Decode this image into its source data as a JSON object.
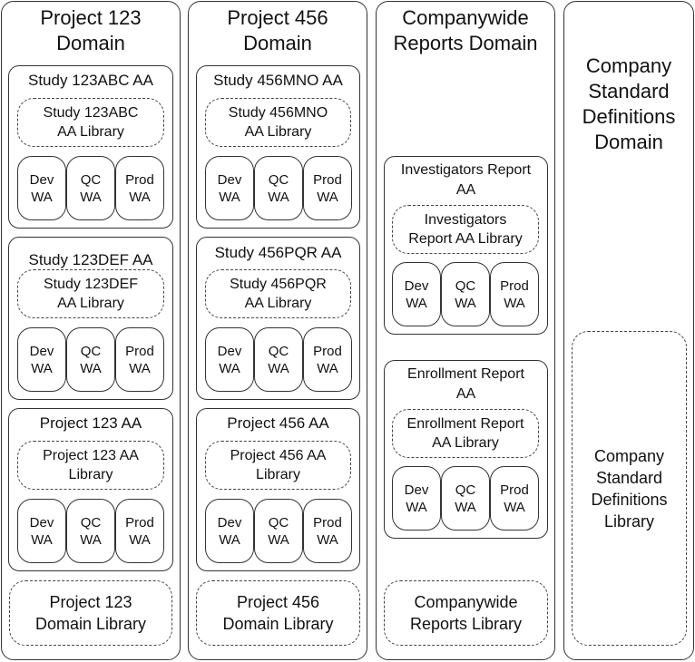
{
  "domains": [
    {
      "title": [
        "Project 123",
        "Domain"
      ],
      "aas": [
        {
          "title": [
            "Study 123ABC AA"
          ],
          "library": [
            "Study 123ABC",
            "AA Library"
          ]
        },
        {
          "title": [
            "Study 123DEF AA"
          ],
          "library": [
            "Study 123DEF",
            "AA Library"
          ]
        },
        {
          "title": [
            "Project 123 AA"
          ],
          "library": [
            "Project 123 AA",
            "Library"
          ]
        }
      ],
      "domain_library": [
        "Project 123",
        "Domain Library"
      ]
    },
    {
      "title": [
        "Project 456",
        "Domain"
      ],
      "aas": [
        {
          "title": [
            "Study 456MNO AA"
          ],
          "library": [
            "Study 456MNO",
            "AA Library"
          ]
        },
        {
          "title": [
            "Study 456PQR AA"
          ],
          "library": [
            "Study 456PQR",
            "AA Library"
          ]
        },
        {
          "title": [
            "Project 456 AA"
          ],
          "library": [
            "Project 456 AA",
            "Library"
          ]
        }
      ],
      "domain_library": [
        "Project 456",
        "Domain Library"
      ]
    },
    {
      "title": [
        "Companywide",
        "Reports Domain"
      ],
      "aas": [
        {
          "title": [
            "Investigators Report",
            "AA"
          ],
          "library": [
            "Investigators",
            "Report AA Library"
          ]
        },
        {
          "title": [
            "Enrollment Report",
            "AA"
          ],
          "library": [
            "Enrollment Report",
            "AA Library"
          ]
        }
      ],
      "domain_library": [
        "Companywide",
        "Reports Library"
      ]
    },
    {
      "title": [
        "Company",
        "Standard",
        "Definitions",
        "Domain"
      ],
      "aas": [],
      "domain_library": [
        "Company",
        "Standard",
        "Definitions",
        "Library"
      ]
    }
  ],
  "work_areas": [
    [
      "Dev",
      "WA"
    ],
    [
      "QC",
      "WA"
    ],
    [
      "Prod",
      "WA"
    ]
  ]
}
